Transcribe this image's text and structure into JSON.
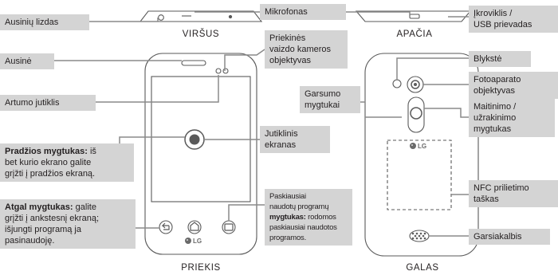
{
  "top_view": {
    "caption": "VIRŠUS"
  },
  "bottom_view": {
    "caption": "APAČIA"
  },
  "front_view": {
    "caption": "PRIEKIS",
    "logo": "LG"
  },
  "back_view": {
    "caption": "GALAS",
    "logo": "LG"
  },
  "labels": {
    "headset_jack": "Ausinių lizdas",
    "microphone": "Mikrofonas",
    "charger_usb_line1": "Įkroviklis /",
    "charger_usb_line2": "USB prievadas",
    "earpiece": "Ausinė",
    "front_camera_line1": "Priekinės",
    "front_camera_line2": "vaizdo kameros",
    "front_camera_line3": "objektyvas",
    "flash": "Blykstė",
    "camera_lens_line1": "Fotoaparato",
    "camera_lens_line2": "objektyvas",
    "proximity_sensor": "Artumo jutiklis",
    "volume_keys_line1": "Garsumo",
    "volume_keys_line2": "mygtukai",
    "power_lock_line1": "Maitinimo /",
    "power_lock_line2": "užrakinimo",
    "power_lock_line3": "mygtukas",
    "home_key_title": "Pradžios mygtukas:",
    "home_key_desc1": " iš",
    "home_key_desc2": "bet kurio ekrano galite",
    "home_key_desc3": "grįžti į pradžios ekraną.",
    "touch_screen_line1": "Jutiklinis",
    "touch_screen_line2": "ekranas",
    "recent_apps_line1": "Paskiausiai",
    "recent_apps_line2": "naudotų programų",
    "recent_apps_title": "mygtukas:",
    "recent_apps_desc1": " rodomos",
    "recent_apps_desc2": "paskiausiai naudotos",
    "recent_apps_desc3": "programos.",
    "nfc_line1": "NFC prilietimo",
    "nfc_line2": "taškas",
    "back_key_title": "Atgal mygtukas:",
    "back_key_desc1": " galite",
    "back_key_desc2": "grįžti į ankstesnį ekraną;",
    "back_key_desc3": "išjungti programą ja",
    "back_key_desc4": "pasinaudoję.",
    "speaker": "Garsiakalbis"
  }
}
